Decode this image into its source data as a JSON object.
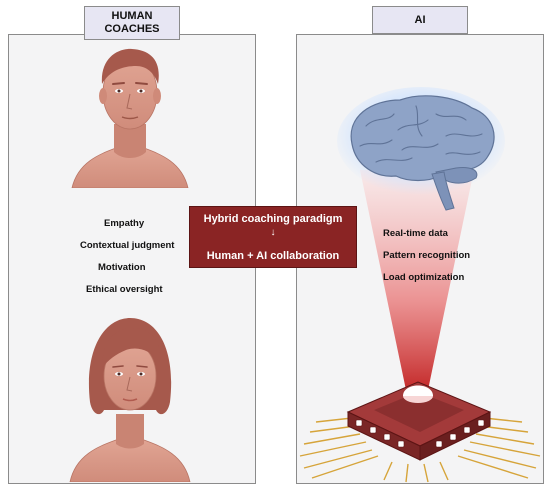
{
  "left": {
    "header": "HUMAN\nCOACHES",
    "traits": [
      "Empathy",
      "Contextual judgment",
      "Motivation",
      "Ethical oversight"
    ]
  },
  "right": {
    "header": "AI",
    "features": [
      "Real-time data",
      "Pattern recognition",
      "Load optimization"
    ]
  },
  "center": {
    "title": "Hybrid coaching paradigm",
    "arrow": "↓",
    "subtitle": "Human + AI collaboration"
  },
  "colors": {
    "panel_bg": "#f4f4f5",
    "header_bg": "#e7e6f3",
    "center_bg": "#8a2424",
    "skin": "#d99a8a",
    "hair": "#a05a4d",
    "brain": "#8ea3c7",
    "chip": "#8b2f2f",
    "pins": "#d6a43a"
  },
  "icons": [
    "male-face-icon",
    "female-face-icon",
    "brain-icon",
    "light-beam-icon",
    "chip-icon"
  ]
}
